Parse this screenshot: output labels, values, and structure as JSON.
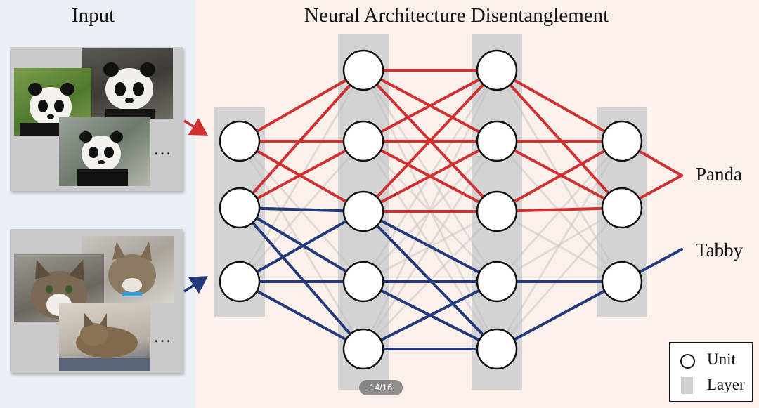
{
  "input_title": "Input",
  "diagram_title": "Neural Architecture Disentanglement",
  "ellipsis": "…",
  "classes": [
    {
      "label": "Panda",
      "color": "#d03030"
    },
    {
      "label": "Tabby",
      "color": "#223a7c"
    }
  ],
  "legend": {
    "unit_label": "Unit",
    "layer_label": "Layer"
  },
  "page_indicator": "14/16",
  "network": {
    "layer_sizes": [
      3,
      5,
      5,
      3
    ],
    "panda_path_units": {
      "layer1": [
        1,
        2
      ],
      "layer2": [
        1,
        2,
        3
      ],
      "layer3": [
        1,
        2,
        3
      ],
      "layer4": [
        1,
        2
      ]
    },
    "tabby_path_units": {
      "layer1": [
        2,
        3
      ],
      "layer2": [
        3,
        4,
        5
      ],
      "layer3": [
        4,
        5
      ],
      "layer4": [
        3
      ]
    }
  }
}
